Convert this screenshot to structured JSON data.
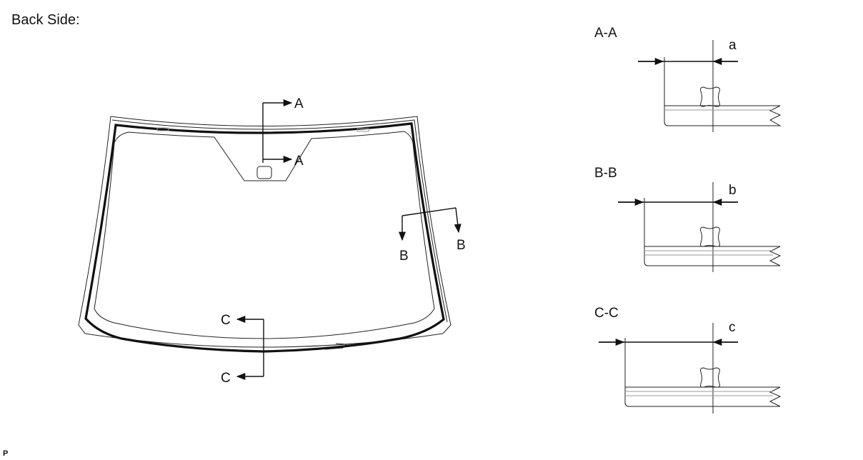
{
  "heading": "Back Side:",
  "windshield": {
    "markers": {
      "a_top": "A",
      "a_bottom": "A",
      "b_left": "B",
      "b_right": "B",
      "c_top": "C",
      "c_bottom": "C"
    }
  },
  "sections": [
    {
      "title": "A-A",
      "dim": "a"
    },
    {
      "title": "B-B",
      "dim": "b"
    },
    {
      "title": "C-C",
      "dim": "c"
    }
  ],
  "footer": "P"
}
